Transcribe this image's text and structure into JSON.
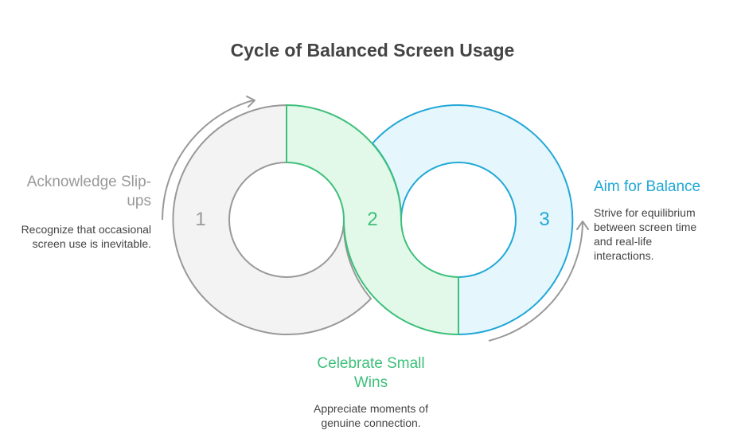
{
  "title": "Cycle of Balanced Screen Usage",
  "colors": {
    "step1_stroke": "#999999",
    "step1_fill": "#f3f3f3",
    "step2_stroke": "#3dbf7a",
    "step2_fill": "#e2f9ea",
    "step3_stroke": "#21a8d6",
    "step3_fill": "#e5f6fc",
    "text_dark": "#444444"
  },
  "steps": [
    {
      "number": "1",
      "heading": "Acknowledge Slip-ups",
      "description": "Recognize that occasional screen use is inevitable."
    },
    {
      "number": "2",
      "heading": "Celebrate Small Wins",
      "description": "Appreciate moments of genuine connection."
    },
    {
      "number": "3",
      "heading": "Aim for Balance",
      "description": "Strive for equilibrium between screen time and real-life interactions."
    }
  ]
}
